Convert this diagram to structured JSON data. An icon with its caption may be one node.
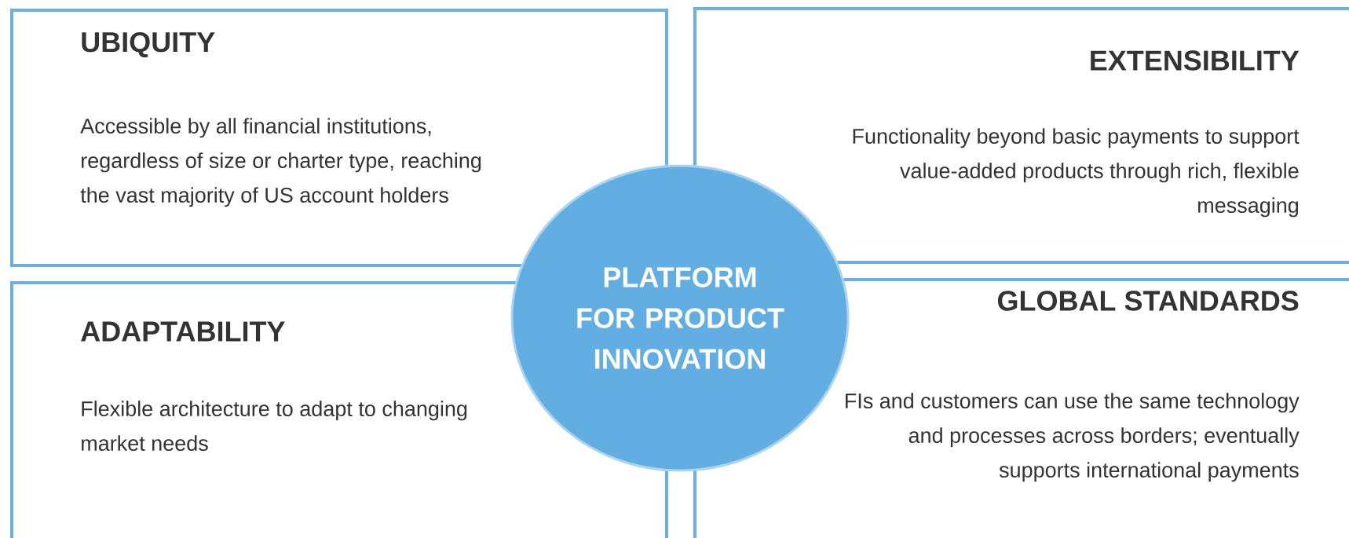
{
  "diagram": {
    "nodes": [
      {
        "text": [
          "UBIQUITY",
          "Accessible by all financial institutions, regardless of size or charter type, reaching the vast majority of US account holders"
        ]
      },
      {
        "text": [
          "EXTENSIBILITY",
          "Functionality beyond basic payments to support value-added products through rich, flexible messaging"
        ]
      },
      {
        "text": [
          "ADAPTABILITY",
          "Flexible architecture to adapt to changing market needs"
        ]
      },
      {
        "text": [
          "GLOBAL STANDARDS",
          "FIs and customers can use the same technology and processes across borders; eventually supports international payments"
        ]
      },
      {
        "text": [
          "PLATFORM FOR PRODUCT INNOVATION"
        ]
      }
    ]
  }
}
